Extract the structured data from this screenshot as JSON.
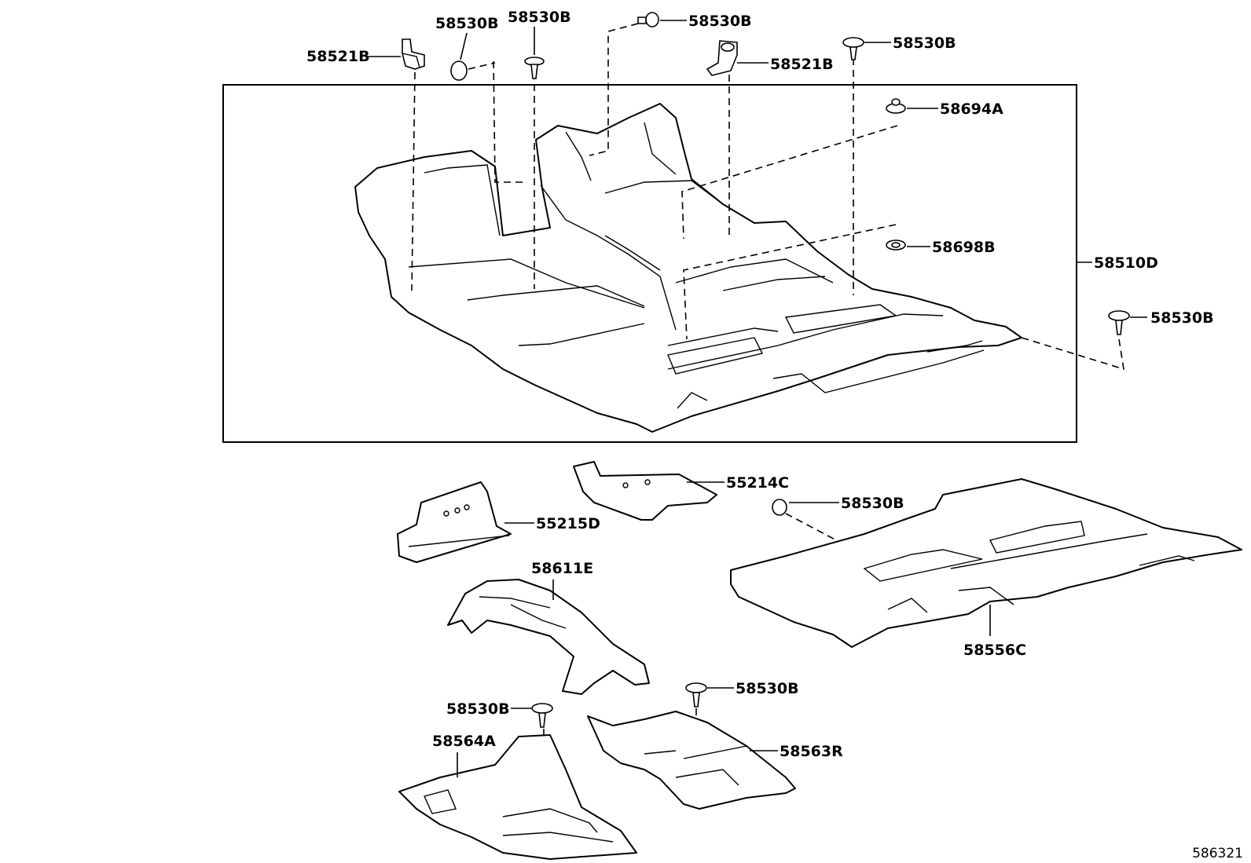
{
  "labels": {
    "p58521B_left": "58521B",
    "p58530B_a": "58530B",
    "p58530B_b": "58530B",
    "p58530B_c": "58530B",
    "p58521B_right": "58521B",
    "p58530B_d": "58530B",
    "p58694A": "58694A",
    "p58698B": "58698B",
    "p58510D": "58510D",
    "p58530B_e": "58530B",
    "p55214C": "55214C",
    "p55215D": "55215D",
    "p58530B_f": "58530B",
    "p58611E": "58611E",
    "p58556C": "58556C",
    "p58530B_g": "58530B",
    "p58530B_h": "58530B",
    "p58564A": "58564A",
    "p58563R": "58563R"
  },
  "reference_number": "586321"
}
